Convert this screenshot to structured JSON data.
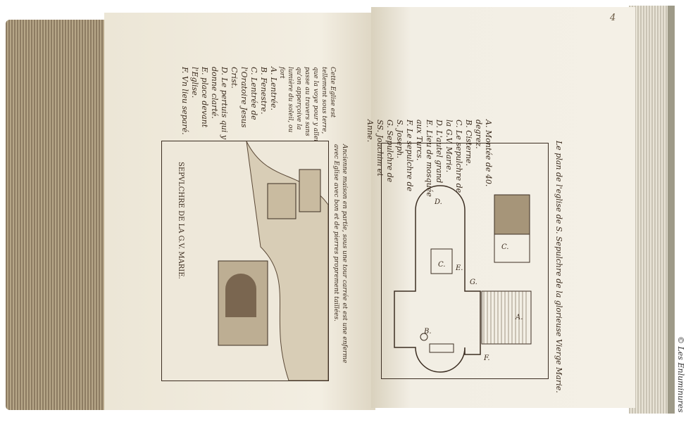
{
  "page_number": "4",
  "credit": "© Les Enluminures",
  "left_page": {
    "drawing_title": "SEPVLCHRE DE LA G.V. MARIE.",
    "legend": [
      "A. Lentrée.",
      "B. Fenestre.",
      "C. Lentrée de l'Oratoire Jesus Crist.",
      "D. Le pertuis qui y donne clarté.",
      "E. place devant l'Eglise.",
      "F. Vn lieu separé."
    ],
    "note": "Cette Eglise est tellement sous terre, que la voye pour y aller passe au travers sans qu'on apperçoive la lumière du soleil, ou fort",
    "caption": "Ancienne maison en partie, sous une tour carrée et est une enferme avec Eglise avec bon et de pierres proprement taillées."
  },
  "right_page": {
    "legend": [
      "A. Montée de 40. degrez.",
      "B. Cisterne.",
      "C. Le sepulchre de la G.V. Marie.",
      "D. L'autel grand",
      "E. Lieu de mosquée aux Turcs.",
      "F. Le sepulchre de S. Joseph.",
      "G. Sepulchre de SS. Joachim et Anne."
    ],
    "caption": "Le plan de l'eglise de S. Sepulchre de la glorieuse Vierge Marie.",
    "plan_labels": [
      "D.",
      "C.",
      "E.",
      "G.",
      "B.",
      "F.",
      "A.",
      "C."
    ]
  }
}
